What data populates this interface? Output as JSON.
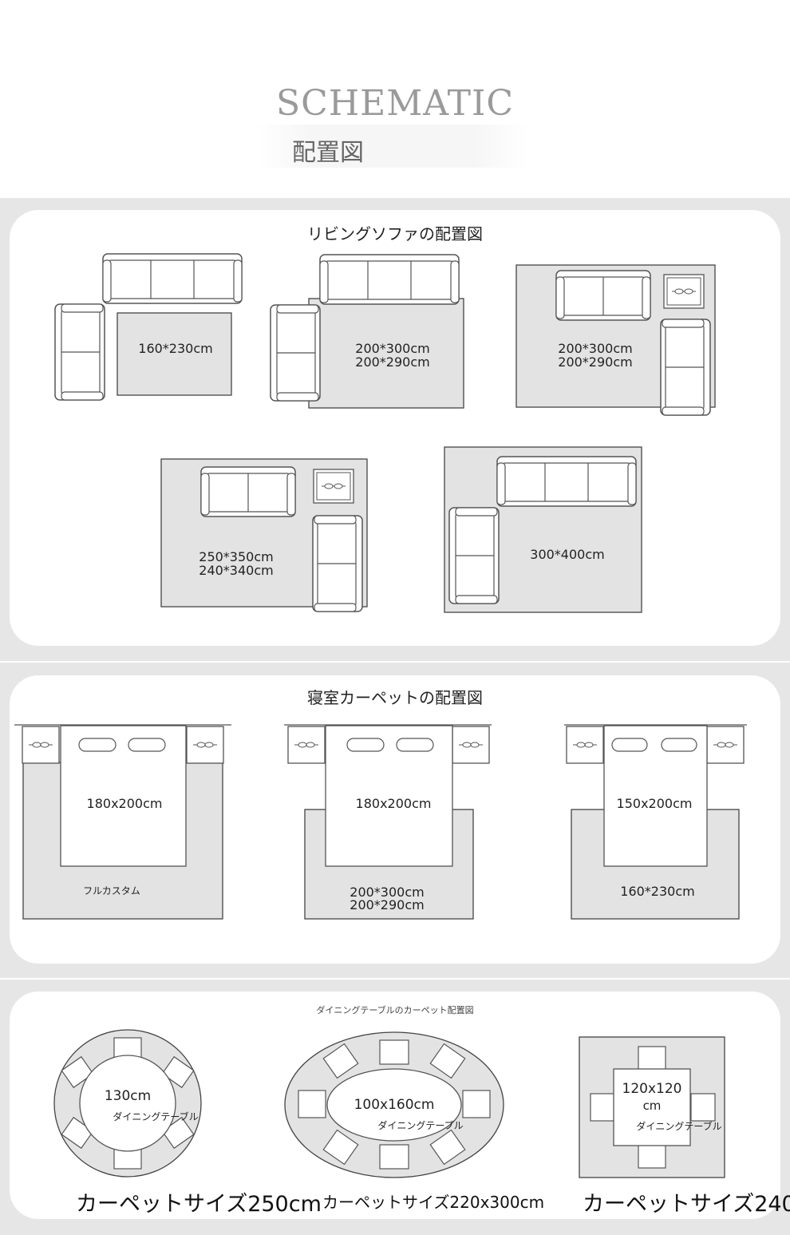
{
  "header": {
    "title_en": "SCHEMATIC",
    "title_jp": "配置図"
  },
  "living": {
    "title": "リビングソファの配置図",
    "layouts": [
      {
        "size": "160*230cm"
      },
      {
        "size": "200*300cm",
        "size2": "200*290cm"
      },
      {
        "size": "200*300cm",
        "size2": "200*290cm"
      },
      {
        "size": "250*350cm",
        "size2": "240*340cm"
      },
      {
        "size": "300*400cm"
      }
    ]
  },
  "bedroom": {
    "title": "寝室カーペットの配置図",
    "layouts": [
      {
        "bed": "180x200cm",
        "rug": "フルカスタム"
      },
      {
        "bed": "180x200cm",
        "rug": "200*300cm",
        "rug2": "200*290cm"
      },
      {
        "bed": "150x200cm",
        "rug": "160*230cm"
      }
    ]
  },
  "dining": {
    "title": "ダイニングテーブルのカーペット配置図",
    "layouts": [
      {
        "table": "130cm",
        "table_label": "ダイニングテーブル",
        "carpet": "カーペットサイズ250cm"
      },
      {
        "table": "100x160cm",
        "table_label": "ダイニングテーブル",
        "carpet": "カーペットサイズ220x300cm"
      },
      {
        "table": "120x120",
        "table_unit": "cm",
        "table_label": "ダイニングテーブル",
        "carpet": "カーペットサイズ240"
      }
    ]
  }
}
